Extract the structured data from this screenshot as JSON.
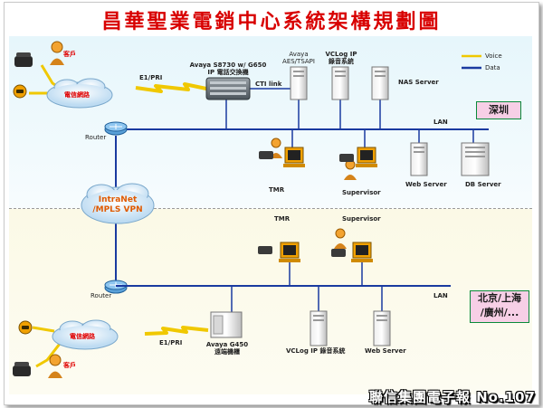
{
  "title": "昌華聖業電銷中心系統架構規劃圖",
  "legend": {
    "voice": "Voice",
    "data": "Data",
    "voice_color": "#f0c800",
    "data_color": "#1a3aa0"
  },
  "top": {
    "customer": "客戶",
    "telecom": "電信網路",
    "link": "E1/PRI",
    "pbx_line1": "Avaya S8730 w/ G650",
    "pbx_line2": "IP 電話交換機",
    "cti": "CTI link",
    "aes_line1": "Avaya",
    "aes_line2": "AES/TSAPI",
    "vclog_line1": "VCLog IP",
    "vclog_line2": "錄音系統",
    "nas": "NAS Server",
    "lan": "LAN",
    "site": "深圳",
    "router": "Router",
    "tmr": "TMR",
    "supervisor": "Supervisor",
    "web": "Web Server",
    "db": "DB Server"
  },
  "vpn_line1": "IntraNet",
  "vpn_line2": "/MPLS VPN",
  "bottom": {
    "tmr": "TMR",
    "supervisor": "Supervisor",
    "router": "Router",
    "lan": "LAN",
    "site_line1": "北京/上海",
    "site_line2": "/廣州/...",
    "telecom": "電信網路",
    "customer": "客戶",
    "link": "E1/PRI",
    "g450_line1": "Avaya G450",
    "g450_line2": "遠端機櫃",
    "vclog": "VCLog IP 錄音系統",
    "web": "Web Server"
  },
  "footer": "聯信集團電子報 No.107"
}
